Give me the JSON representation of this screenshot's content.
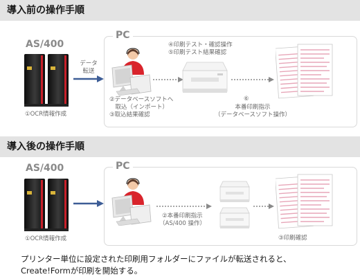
{
  "before": {
    "header": "導入前の操作手順",
    "server_label": "AS/400",
    "server_caption": "①OCR情報作成",
    "transfer_label": [
      "データ",
      "転送"
    ],
    "pc_label": "PC",
    "step_2_lines": [
      "②データベースソフトへ",
      "　取込（インポート）"
    ],
    "step_3": "③取込結果確認",
    "step_4": "④印刷テスト・確認操作",
    "step_5": "⑤印刷テスト結果確認",
    "step_6_number": "⑥",
    "step_6_lines": [
      "本番印刷指示",
      "（データベースソフト操作）"
    ]
  },
  "after": {
    "header": "導入後の操作手順",
    "server_label": "AS/400",
    "server_caption": "①OCR情報作成",
    "pc_label": "PC",
    "step_2_lines": [
      "②本番印刷指示",
      "（AS/400 操作）"
    ],
    "step_3": "③印刷確認"
  },
  "caption_lines": [
    "プリンター単位に設定された印刷用フォルダーにファイルが転送されると、",
    "Create!Formが印刷を開始する。"
  ],
  "colors": {
    "header_bg": "#e3e3e3",
    "arrow_blue": "#3d5d96",
    "operator_red": "#d9242c",
    "form_pink": "#e7a6b8"
  },
  "icons": [
    "server-icon",
    "operator-icon",
    "computer-icon",
    "printer-icon",
    "form-sheet-icon"
  ]
}
